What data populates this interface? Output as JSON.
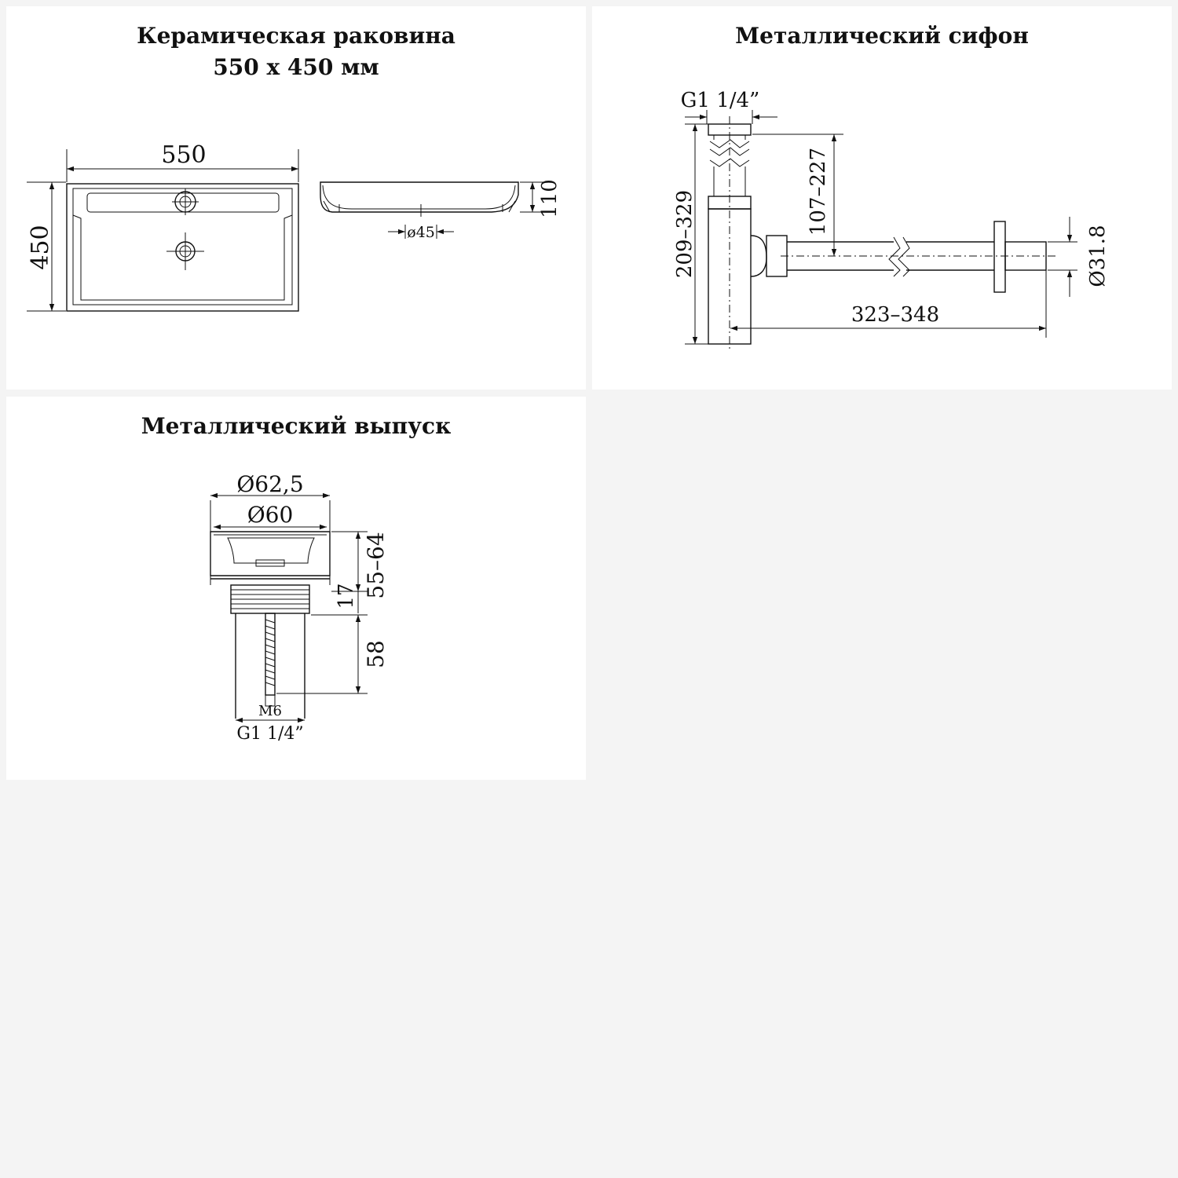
{
  "sink": {
    "title_line1": "Керамическая раковина",
    "title_line2": "550 x 450 мм",
    "dim_width": "550",
    "dim_depth": "450",
    "dim_height": "110",
    "dim_drain": "ø45"
  },
  "siphon": {
    "title": "Металлический сифон",
    "dim_thread": "G1 1/4”",
    "dim_total_height": "209–329",
    "dim_adjust_height": "107–227",
    "dim_length": "323–348",
    "dim_pipe_diameter": "Ø31.8"
  },
  "drain": {
    "title": "Металлический выпуск",
    "dim_outer": "Ø62,5",
    "dim_inner": "Ø60",
    "dim_body": "55–64",
    "dim_thread_len": "17",
    "dim_shank": "58",
    "dim_bolt": "M6",
    "dim_thread": "G1 1/4”"
  },
  "colors": {
    "background": "#f4f4f4",
    "panel": "#ffffff",
    "ink": "#111111"
  }
}
